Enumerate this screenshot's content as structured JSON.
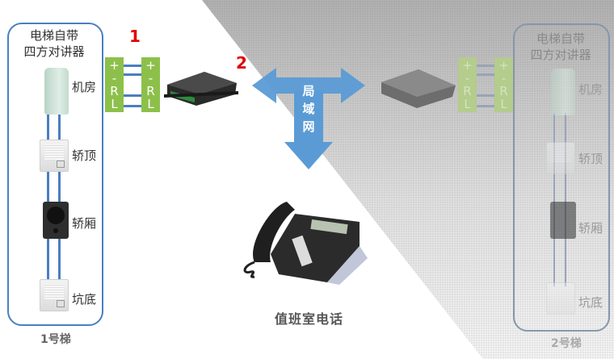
{
  "diagram": {
    "title_left": [
      "电梯自带",
      "四方对讲器"
    ],
    "title_right": [
      "电梯自带",
      "四方对讲器"
    ],
    "markers": {
      "one": "1",
      "two": "2"
    },
    "terminal_labels": [
      "+",
      "-",
      "R",
      "L"
    ],
    "left_elevator": {
      "caption": "1号梯",
      "stations": [
        {
          "name": "机房",
          "device": "handset"
        },
        {
          "name": "轿顶",
          "device": "intercom-box"
        },
        {
          "name": "轿厢",
          "device": "speaker"
        },
        {
          "name": "坑底",
          "device": "intercom-box"
        }
      ]
    },
    "right_elevator": {
      "caption": "2号梯",
      "stations": [
        {
          "name": "机房",
          "device": "handset"
        },
        {
          "name": "轿顶",
          "device": "intercom-box"
        },
        {
          "name": "轿厢",
          "device": "speaker"
        },
        {
          "name": "坑底",
          "device": "intercom-box"
        }
      ]
    },
    "network": {
      "label_chars": [
        "局",
        "域",
        "网"
      ]
    },
    "phone_caption": "值班室电话",
    "colors": {
      "wire": "#4a7fc1",
      "terminal": "#8dc04a",
      "arrow": "#5b9bd5",
      "marker": "#e00000"
    }
  }
}
